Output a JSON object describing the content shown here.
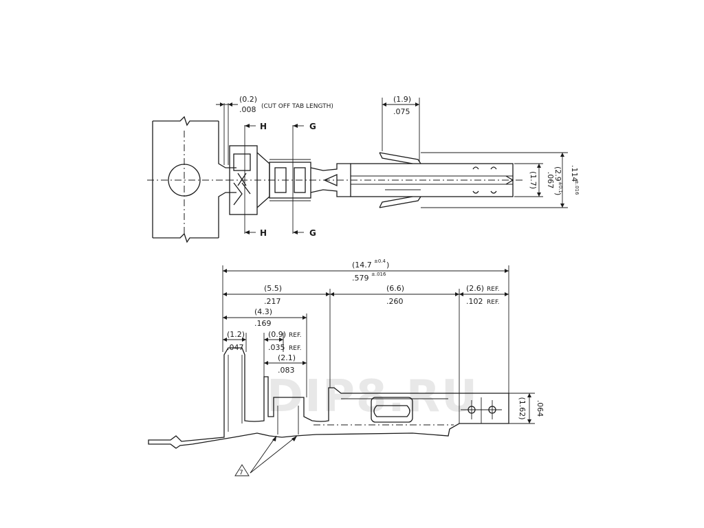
{
  "watermark": "DIP8.RU",
  "top_view": {
    "cut_off_tab": {
      "metric": "(0.2)",
      "inch": ".008",
      "note": "(CUT OFF TAB LENGTH)"
    },
    "tip_length": {
      "metric": "(1.9)",
      "inch": ".075"
    },
    "section_h": "H",
    "section_g": "G",
    "width_inner": {
      "metric": "(1.7)",
      "inch": ".067"
    },
    "width_outer_metric": "(2.9",
    "width_outer_metric_tol": "±0.1",
    "width_outer_metric_close": ")",
    "width_outer_inch": ".114",
    "width_outer_inch_tol": "±.016"
  },
  "side_view": {
    "overall": {
      "metric": "(14.7",
      "metric_tol": "±0.4",
      "metric_close": ")",
      "inch": ".579",
      "inch_tol": "±.016"
    },
    "crimp_length": {
      "metric": "(5.5)",
      "inch": ".217"
    },
    "body_length": {
      "metric": "(6.6)",
      "inch": ".260"
    },
    "tip_ref": {
      "metric": "(2.6)",
      "metric_note": "REF.",
      "inch": ".102",
      "inch_note": "REF."
    },
    "barrel_length": {
      "metric": "(4.3)",
      "inch": ".169"
    },
    "insulation_grip": {
      "metric": "(1.2)",
      "inch": ".047"
    },
    "bellmouth": {
      "metric": "(0.9)",
      "metric_note": "REF.",
      "inch": ".035",
      "inch_note": "REF."
    },
    "wire_grip": {
      "metric": "(2.1)",
      "inch": ".083"
    },
    "height": {
      "metric": "(1.62)",
      "inch": ".064"
    },
    "note_flag": "7"
  }
}
